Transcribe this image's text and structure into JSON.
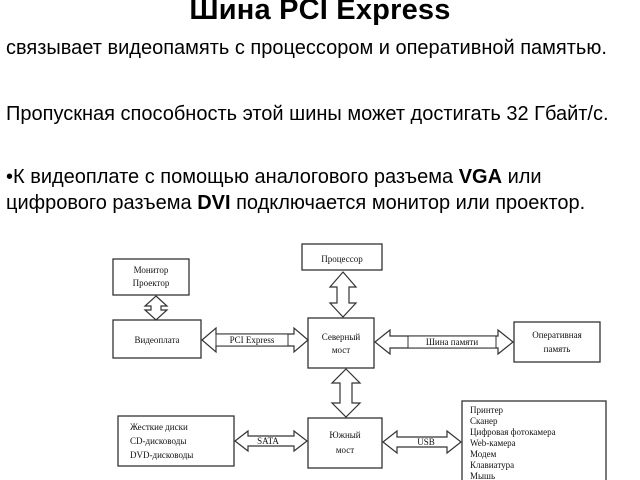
{
  "slide": {
    "title": "Шина PCI Express",
    "p1": "связывает видеопамять с процессором и оперативной памятью.",
    "p2": "Пропускная способность этой шины может достигать 32 Гбайт/с.",
    "p3_pre": "•К видеоплате с помощью аналогового разъема ",
    "p3_vga": "VGA",
    "p3_mid": " или цифрового разъема ",
    "p3_dvi": "DVI",
    "p3_post": " подключается монитор или проектор."
  },
  "diagram": {
    "processor": "Процессор",
    "monitor_l1": "Монитор",
    "monitor_l2": "Проектор",
    "videocard": "Видеоплата",
    "pci_express": "PCI Express",
    "north_l1": "Северный",
    "north_l2": "мост",
    "memory_bus": "Шина памяти",
    "ram_l1": "Оперативная",
    "ram_l2": "память",
    "storage_l1": "Жесткие диски",
    "storage_l2": "CD-дисководы",
    "storage_l3": "DVD-дисководы",
    "sata": "SATA",
    "south_l1": "Южный",
    "south_l2": "мост",
    "usb": "USB",
    "devices": [
      "Принтер",
      "Сканер",
      "Цифровая фотокамера",
      "Web-камера",
      "Модем",
      "Клавиатура",
      "Мышь"
    ]
  }
}
